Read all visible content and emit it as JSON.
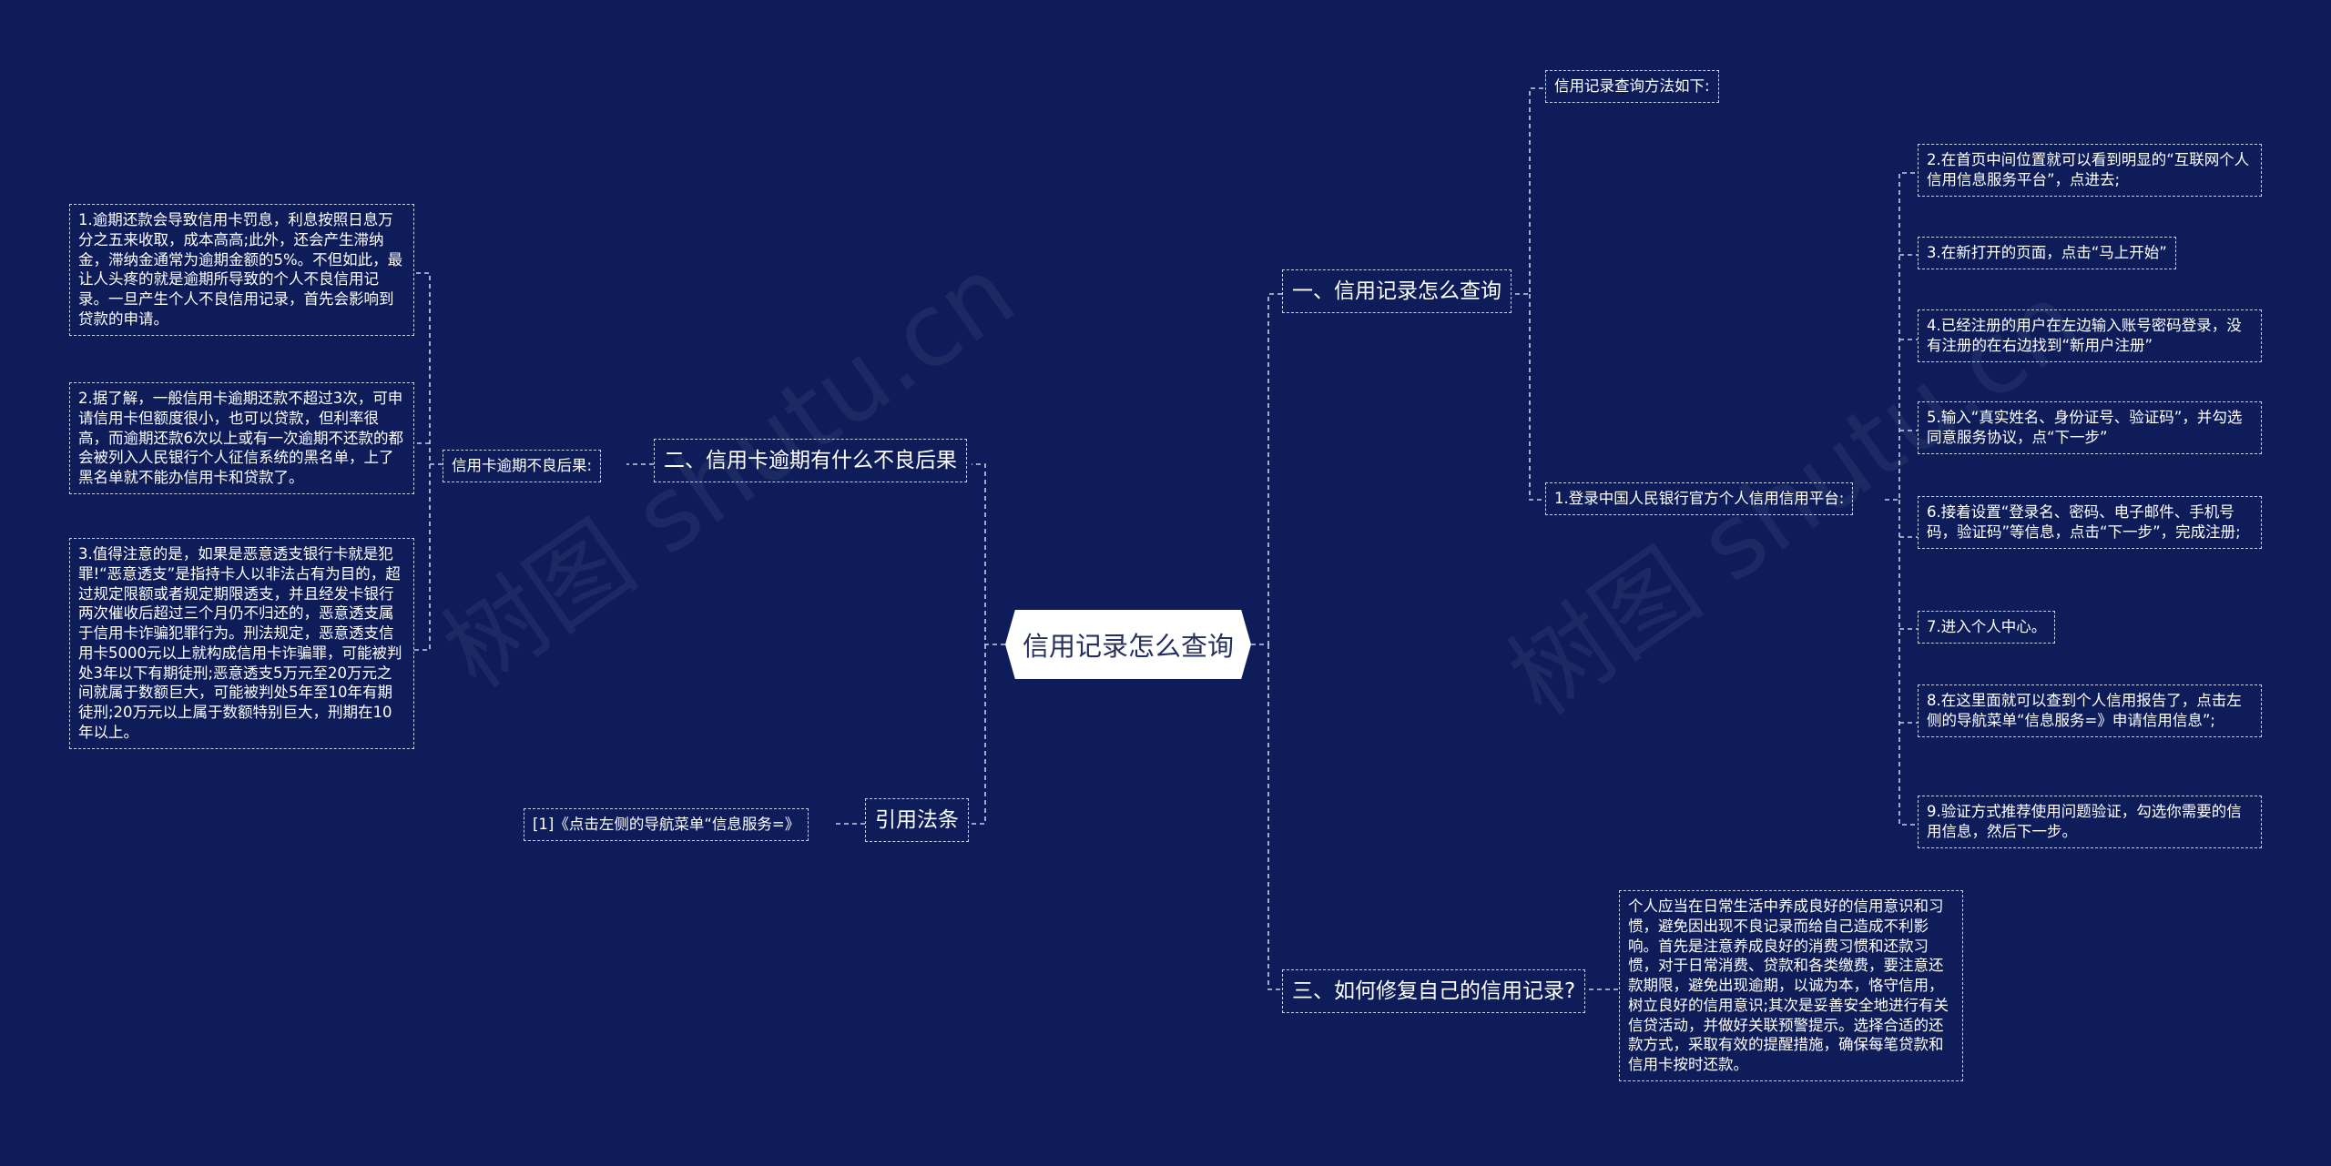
{
  "root": {
    "title": "信用记录怎么查询"
  },
  "watermarks": [
    "树图 shutu.cn",
    "树图 shutu.cn"
  ],
  "left": {
    "branch2": {
      "title": "二、信用卡逾期有什么不良后果",
      "label": "信用卡逾期不良后果:",
      "items": [
        "1.逾期还款会导致信用卡罚息，利息按照日息万分之五来收取，成本高高;此外，还会产生滞纳金，滞纳金通常为逾期金额的5%。不但如此，最让人头疼的就是逾期所导致的个人不良信用记录。一旦产生个人不良信用记录，首先会影响到贷款的申请。",
        "2.据了解，一般信用卡逾期还款不超过3次，可申请信用卡但额度很小，也可以贷款，但利率很高，而逾期还款6次以上或有一次逾期不还款的都会被列入人民银行个人征信系统的黑名单，上了黑名单就不能办信用卡和贷款了。",
        "3.值得注意的是，如果是恶意透支银行卡就是犯罪!“恶意透支”是指持卡人以非法占有为目的，超过规定限额或者规定期限透支，并且经发卡银行两次催收后超过三个月仍不归还的，恶意透支属于信用卡诈骗犯罪行为。刑法规定，恶意透支信用卡5000元以上就构成信用卡诈骗罪，可能被判处3年以下有期徒刑;恶意透支5万元至20万元之间就属于数额巨大，可能被判处5年至10年有期徒刑;20万元以上属于数额特别巨大，刑期在10年以上。"
      ]
    },
    "citation": {
      "title": "引用法条",
      "items": [
        "[1]《点击左侧的导航菜单“信息服务=》"
      ]
    }
  },
  "right": {
    "branch1": {
      "title": "一、信用记录怎么查询",
      "top_label": "信用记录查询方法如下:",
      "step_label": "1.登录中国人民银行官方个人信用信用平台:",
      "steps": [
        "2.在首页中间位置就可以看到明显的“互联网个人信用信息服务平台”，点进去;",
        "3.在新打开的页面，点击“马上开始”",
        "4.已经注册的用户在左边输入账号密码登录，没有注册的在右边找到“新用户注册”",
        "5.输入“真实姓名、身份证号、验证码”，并勾选同意服务协议，点“下一步”",
        "6.接着设置“登录名、密码、电子邮件、手机号码，验证码”等信息，点击“下一步”，完成注册;",
        "7.进入个人中心。",
        "8.在这里面就可以查到个人信用报告了，点击左侧的导航菜单“信息服务=》申请信用信息”;",
        "9.验证方式推荐使用问题验证，勾选你需要的信用信息，然后下一步。"
      ]
    },
    "branch3": {
      "title": "三、如何修复自己的信用记录?",
      "text": "个人应当在日常生活中养成良好的信用意识和习惯，避免因出现不良记录而给自己造成不利影响。首先是注意养成良好的消费习惯和还款习惯，对于日常消费、贷款和各类缴费，要注意还款期限，避免出现逾期，以诚为本，恪守信用，树立良好的信用意识;其次是妥善安全地进行有关信贷活动，并做好关联预警提示。选择合适的还款方式，采取有效的提醒措施，确保每笔贷款和信用卡按时还款。"
    }
  },
  "colors": {
    "background": "#0e1d5a",
    "line": "#c9cfe6",
    "root_fill": "#ffffff",
    "root_text": "#25305f"
  }
}
